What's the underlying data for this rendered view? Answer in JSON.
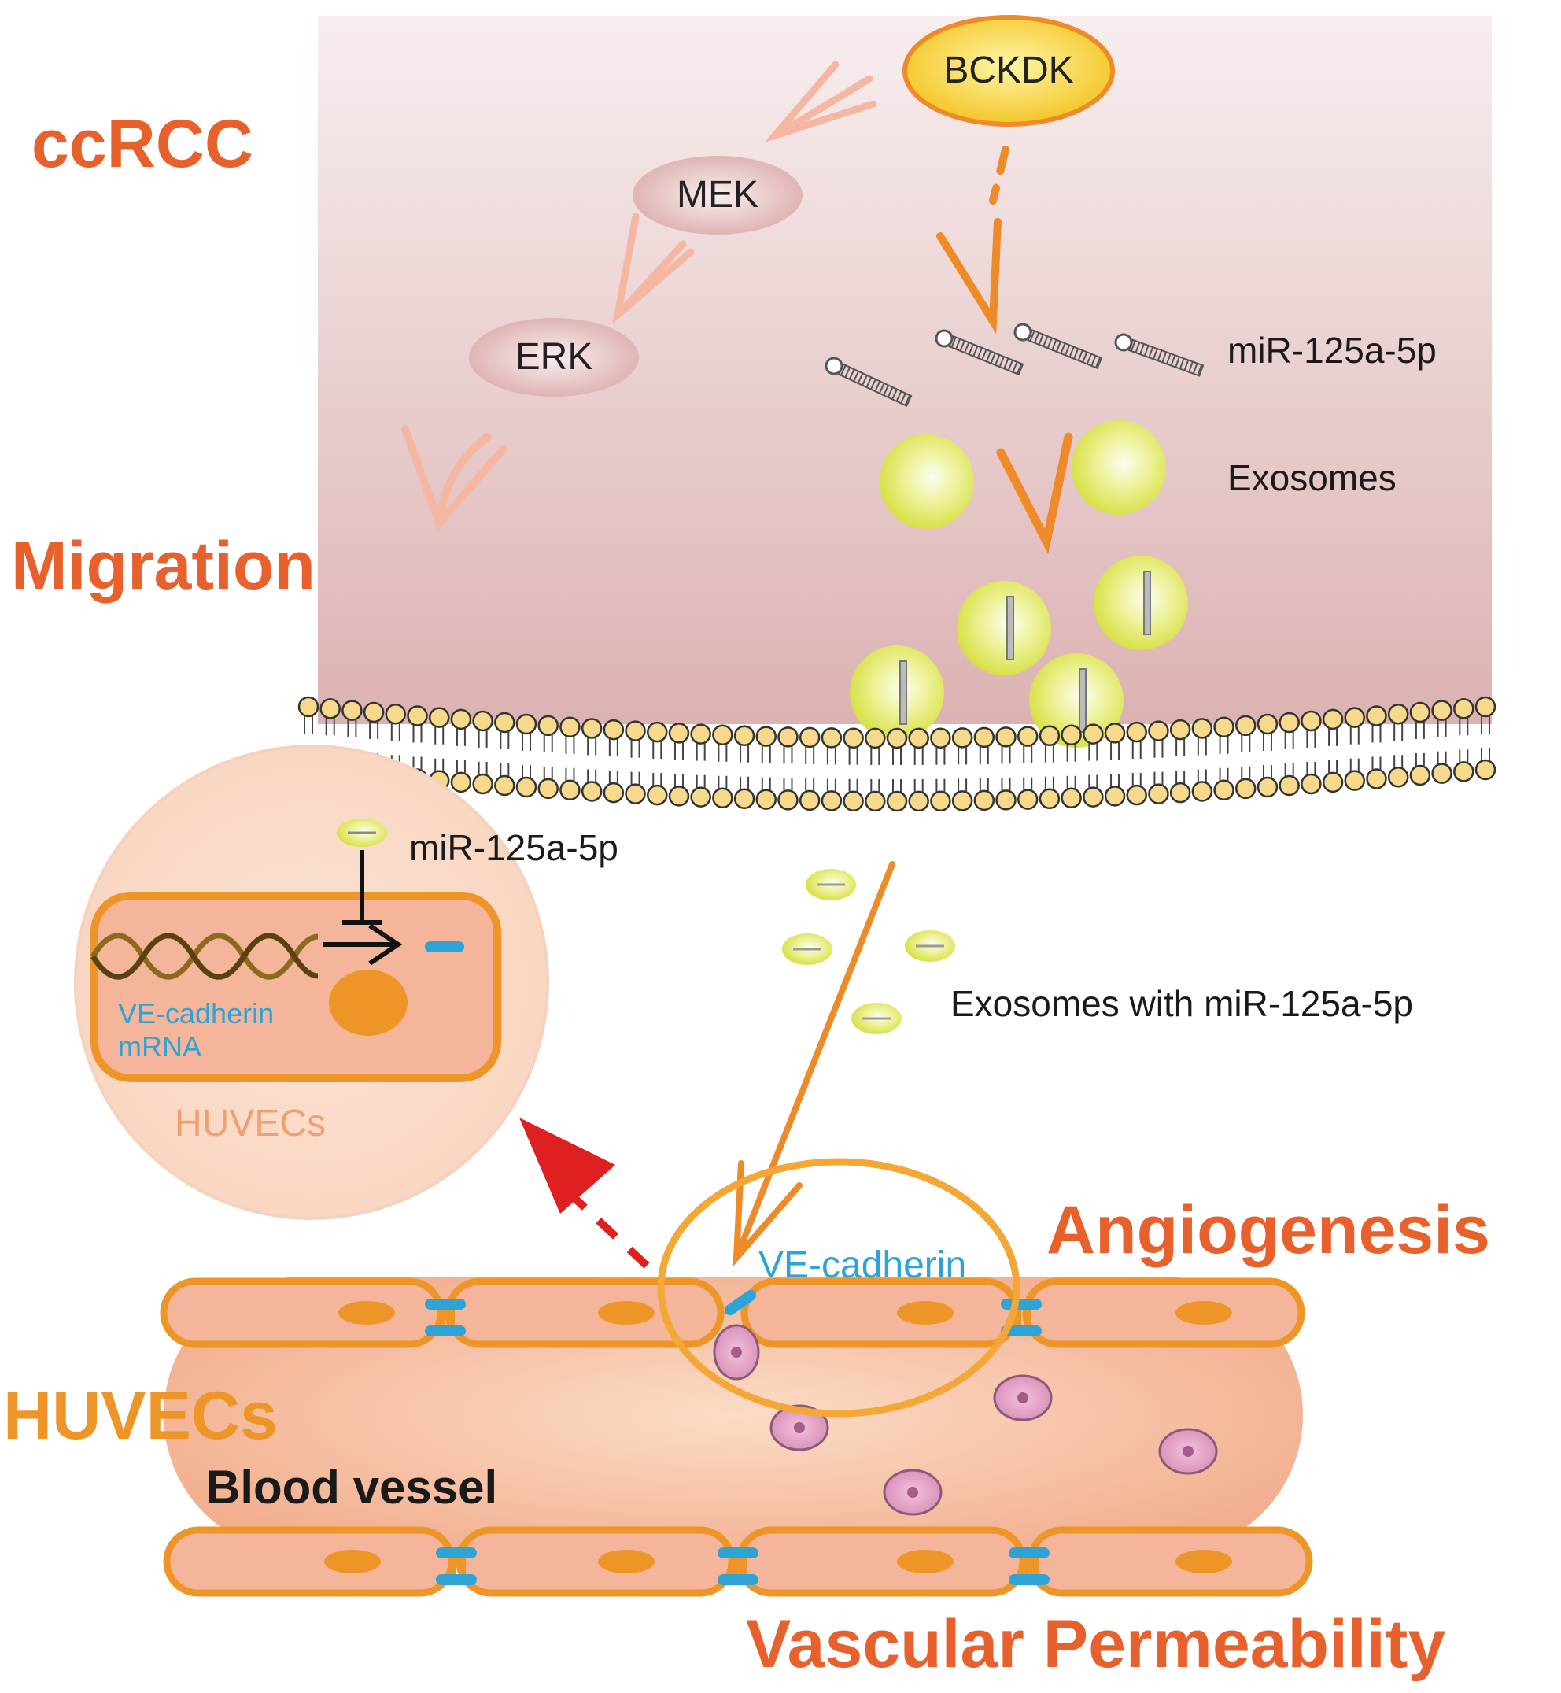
{
  "labels": {
    "ccrcc": "ccRCC",
    "migration": "Migration",
    "angiogenesis": "Angiogenesis",
    "vascular_permeability": "Vascular Permeability",
    "huvecs_main": "HUVECs",
    "blood_vessel": "Blood vessel",
    "mir_top": "miR-125a-5p",
    "exosomes": "Exosomes",
    "exosomes_with_mir": "Exosomes with miR-125a-5p",
    "mir_inset": "miR-125a-5p",
    "ve_cadherin_mrna_1": "VE-cadherin",
    "ve_cadherin_mrna_2": "mRNA",
    "huvecs_inset": "HUVECs",
    "ve_cadherin_vessel": "VE-cadherin"
  },
  "nodes": {
    "bckdk": "BCKDK",
    "mek": "MEK",
    "erk": "ERK"
  },
  "colors": {
    "accent_orange": "#e8602c",
    "huvec_orange": "#ee9528",
    "cell_fill": "#f6b9a0",
    "ve_cadherin_blue": "#2ea3d6",
    "exosome_yellow": "#d6e24a",
    "inhibit_red": "#e02020",
    "pathway_pink": "#f5b7a1"
  }
}
